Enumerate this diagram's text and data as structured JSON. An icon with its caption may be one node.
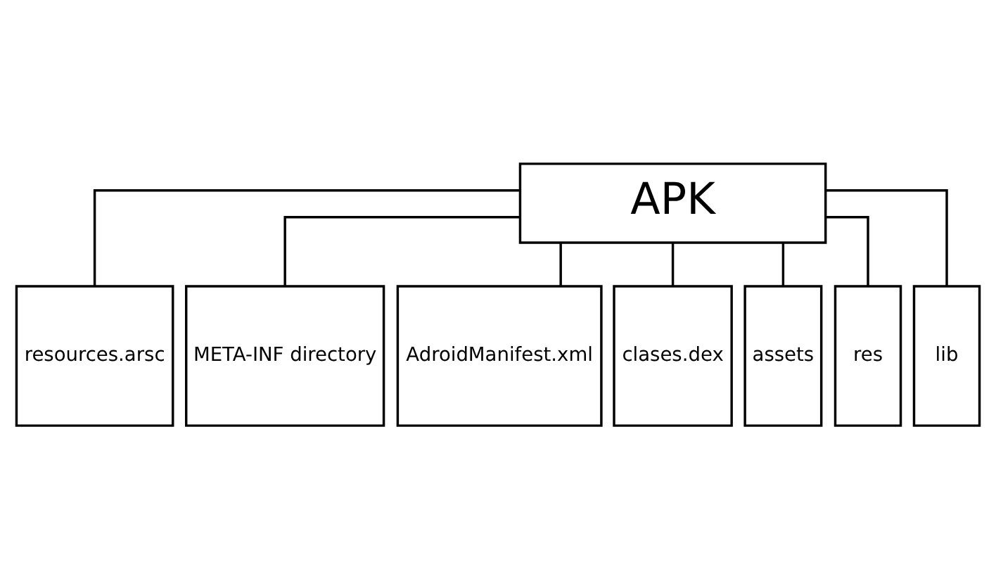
{
  "diagram": {
    "nodes": [
      {
        "text": [
          "APK"
        ]
      },
      {
        "text": [
          "resources.arsc"
        ]
      },
      {
        "text": [
          "META-INF directory"
        ]
      },
      {
        "text": [
          "AdroidManifest.xml"
        ]
      },
      {
        "text": [
          "clases.dex"
        ]
      },
      {
        "text": [
          "assets"
        ]
      },
      {
        "text": [
          "res"
        ]
      },
      {
        "text": [
          "lib"
        ]
      }
    ],
    "edges": [
      {
        "from": 0,
        "to": 1,
        "arrow": "none"
      },
      {
        "from": 0,
        "to": 2,
        "arrow": "none"
      },
      {
        "from": 0,
        "to": 3,
        "arrow": "none"
      },
      {
        "from": 0,
        "to": 4,
        "arrow": "none"
      },
      {
        "from": 0,
        "to": 5,
        "arrow": "none"
      },
      {
        "from": 0,
        "to": 6,
        "arrow": "none"
      },
      {
        "from": 0,
        "to": 7,
        "arrow": "none"
      }
    ]
  }
}
